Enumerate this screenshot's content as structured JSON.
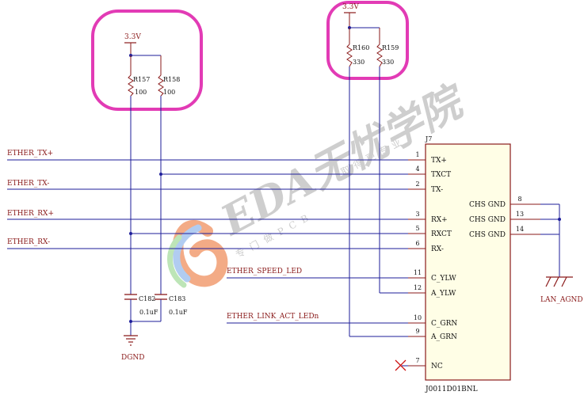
{
  "power": {
    "left_supply": "3.3V",
    "right_supply": "3.3V",
    "ground_left": "DGND",
    "ground_right": "LAN_AGND"
  },
  "resistors": [
    {
      "ref": "R157",
      "value": "100"
    },
    {
      "ref": "R158",
      "value": "100"
    },
    {
      "ref": "R160",
      "value": "330"
    },
    {
      "ref": "R159",
      "value": "330"
    }
  ],
  "capacitors": [
    {
      "ref": "C182",
      "value": "0.1uF"
    },
    {
      "ref": "C183",
      "value": "0.1uF"
    }
  ],
  "nets": {
    "tx_plus": "ETHER_TX+",
    "tx_minus": "ETHER_TX-",
    "rx_plus": "ETHER_RX+",
    "rx_minus": "ETHER_RX-",
    "speed_led": "ETHER_SPEED_LED",
    "link_act_led": "ETHER_LINK_ACT_LEDn"
  },
  "connector": {
    "ref": "J7",
    "part": "J0011D01BNL",
    "left_pins": [
      {
        "num": "1",
        "name": "TX+"
      },
      {
        "num": "4",
        "name": "TXCT"
      },
      {
        "num": "2",
        "name": "TX-"
      },
      {
        "num": "3",
        "name": "RX+"
      },
      {
        "num": "5",
        "name": "RXCT"
      },
      {
        "num": "6",
        "name": "RX-"
      },
      {
        "num": "11",
        "name": "C_YLW"
      },
      {
        "num": "12",
        "name": "A_YLW"
      },
      {
        "num": "10",
        "name": "C_GRN"
      },
      {
        "num": "9",
        "name": "A_GRN"
      },
      {
        "num": "7",
        "name": "NC"
      }
    ],
    "right_pins": [
      {
        "num": "8",
        "name": "CHS GND"
      },
      {
        "num": "13",
        "name": "CHS GND"
      },
      {
        "num": "14",
        "name": "CHS GND"
      }
    ]
  },
  "watermark": {
    "main": "EDA无忧学院",
    "sub_top": "取得更专业",
    "sub_bottom": "专门做PCB"
  },
  "colors": {
    "wire": "#1e1e9a",
    "highlight": "#e23bb5",
    "component": "#8a1a1a",
    "nc_mark": "#cc1111"
  }
}
